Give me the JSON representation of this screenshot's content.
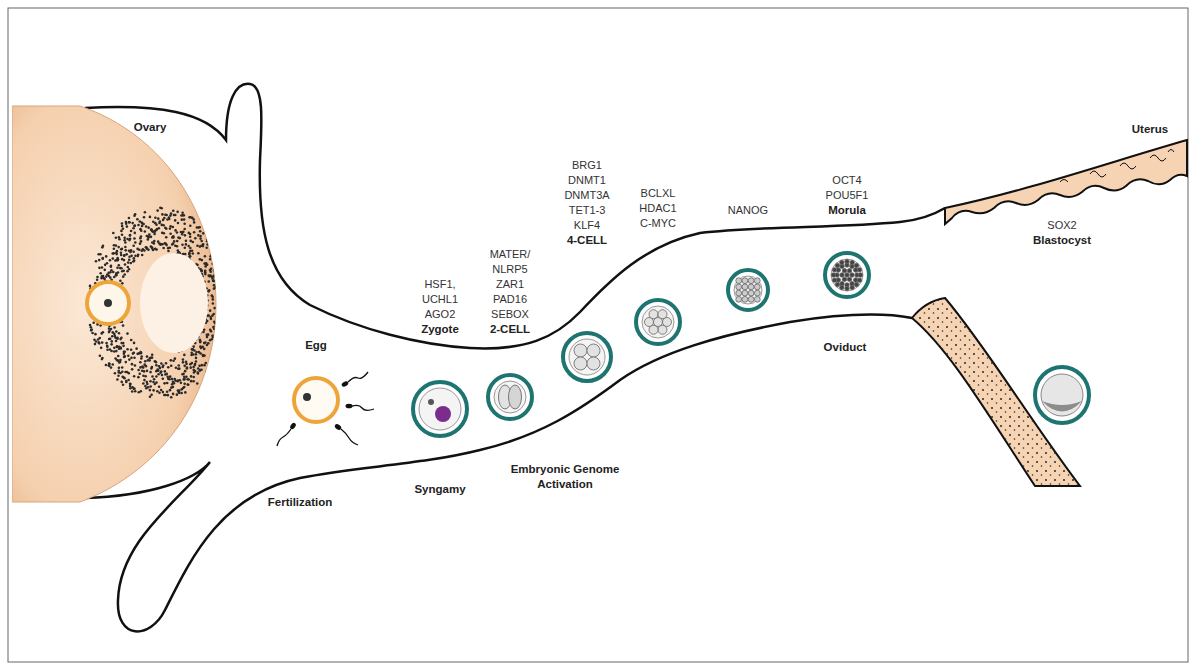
{
  "diagram": {
    "nodes": [
      {
        "text": [
          "Ovary"
        ]
      },
      {
        "text": [
          "Egg"
        ]
      },
      {
        "text": [
          "HSF1, UCHL1 AGO2",
          "Zygote"
        ]
      },
      {
        "text": [
          "MATER/ NLRP5 ZAR1 PAD16 SEBOX",
          "2-CELL"
        ]
      },
      {
        "text": [
          "BRG1 DNMT1 DNMT3A TET1-3 KLF4",
          "4-CELL"
        ]
      },
      {
        "text": [
          "BCLXL HDAC1 C-MYC"
        ]
      },
      {
        "text": [
          "NANOG"
        ]
      },
      {
        "text": [
          "OCT4 POU5F1",
          "Morula"
        ]
      },
      {
        "text": [
          "SOX2",
          "Blastocyst"
        ]
      }
    ],
    "labels": [
      "Fertilization",
      "Syngamy",
      "Embryonic Genome Activation",
      "Oviduct",
      "Uterus"
    ]
  }
}
